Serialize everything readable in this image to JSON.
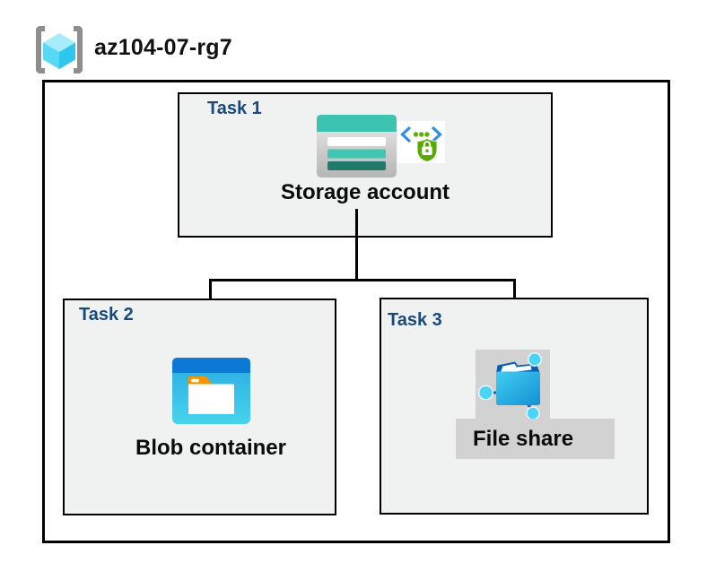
{
  "header": {
    "resource_group_name": "az104-07-rg7",
    "icon": "resource-group-icon"
  },
  "tasks": [
    {
      "label": "Task 1",
      "resource": "Storage account",
      "icons": [
        "storage-account-icon",
        "secure-access-sas-icon"
      ]
    },
    {
      "label": "Task 2",
      "resource": "Blob container",
      "icons": [
        "blob-container-icon"
      ]
    },
    {
      "label": "Task 3",
      "resource": "File share",
      "icons": [
        "file-share-icon"
      ]
    }
  ],
  "connections": [
    {
      "from": "Storage account",
      "to": "Blob container"
    },
    {
      "from": "Storage account",
      "to": "File share"
    }
  ],
  "colors": {
    "task_label": "#1a4a7a",
    "box_fill": "#f0f1f1",
    "box_border": "#000000",
    "storage_teal": "#3cc4b0",
    "storage_teal_dark": "#1f7a6d",
    "blob_blue_bar": "#0d79d6",
    "blob_body_cyan": "#35bce8",
    "blob_tab_orange": "#f0940a",
    "fileshare_blue": "#1590d4",
    "fileshare_node_cyan": "#4ad4f7",
    "sas_bracket_blue": "#2f8fe3",
    "sas_green": "#57aa00",
    "cube_cyan": "#58d8f5",
    "bracket_gray": "#8e8e8e",
    "highlight_gray": "#d2d2d2"
  }
}
